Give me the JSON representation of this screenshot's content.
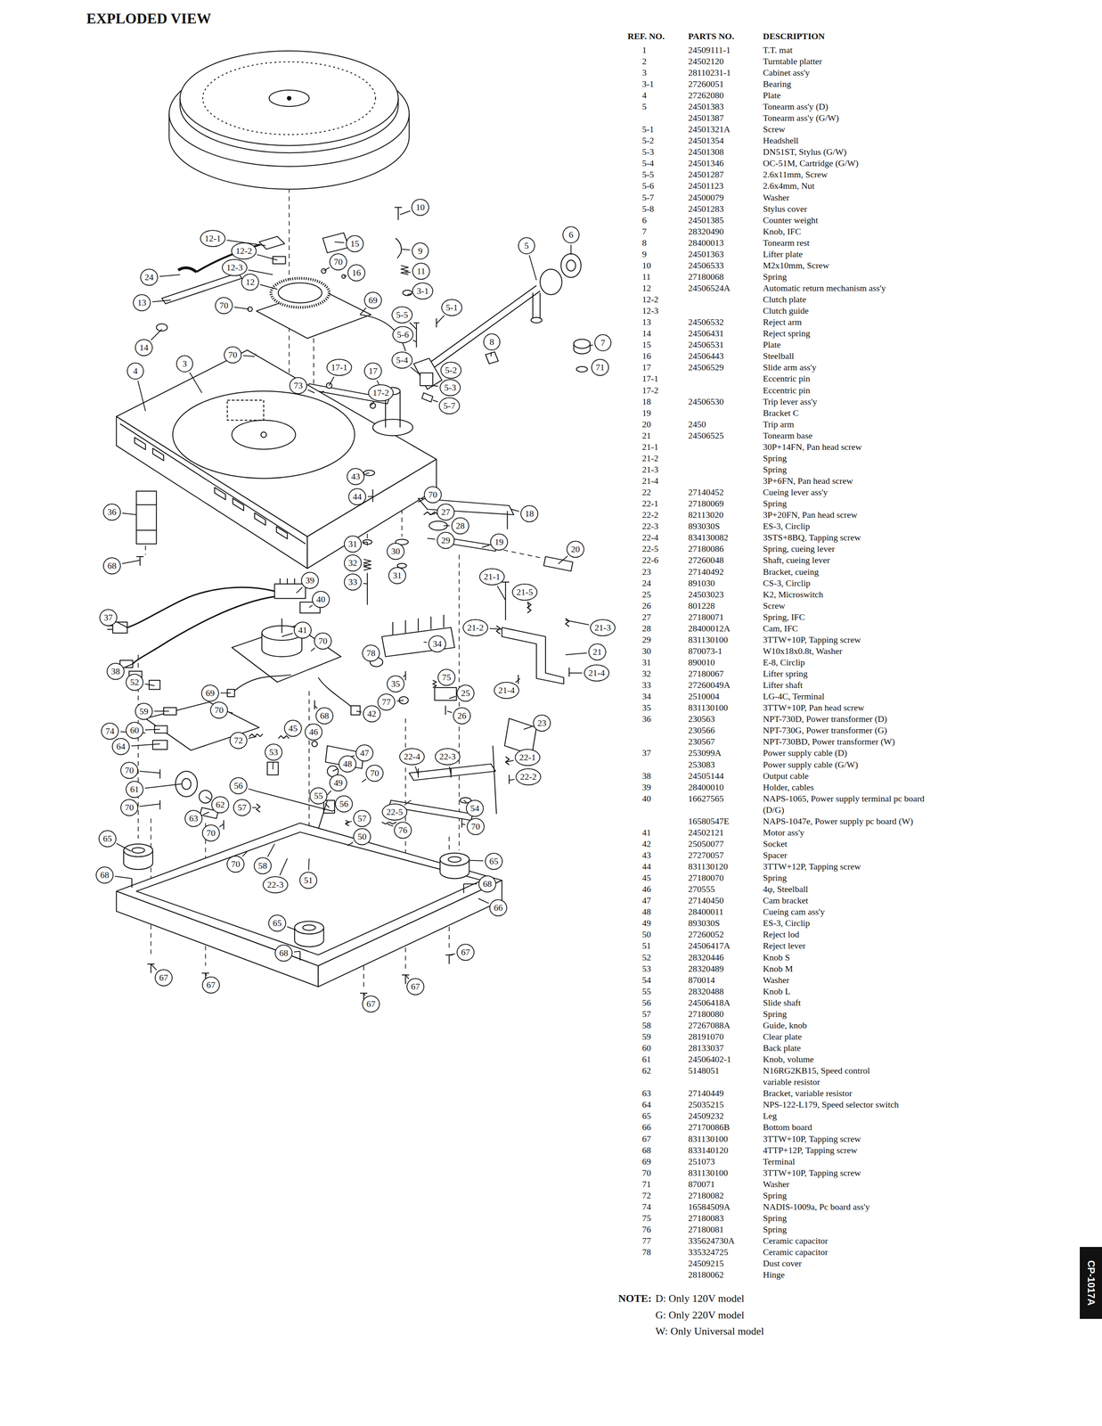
{
  "diagram": {
    "title": "EXPLODED VIEW",
    "nodes": [
      {
        "text": [
          "10"
        ]
      },
      {
        "text": [
          "12-1"
        ]
      },
      {
        "text": [
          "15"
        ]
      },
      {
        "text": [
          "12-2"
        ]
      },
      {
        "text": [
          "9"
        ]
      },
      {
        "text": [
          "70"
        ]
      },
      {
        "text": [
          "12-3"
        ]
      },
      {
        "text": [
          "16"
        ]
      },
      {
        "text": [
          "11"
        ]
      },
      {
        "text": [
          "5"
        ]
      },
      {
        "text": [
          "6"
        ]
      },
      {
        "text": [
          "24"
        ]
      },
      {
        "text": [
          "12"
        ]
      },
      {
        "text": [
          "3-1"
        ]
      },
      {
        "text": [
          "69"
        ]
      },
      {
        "text": [
          "13"
        ]
      },
      {
        "text": [
          "70"
        ]
      },
      {
        "text": [
          "5-1"
        ]
      },
      {
        "text": [
          "5-5"
        ]
      },
      {
        "text": [
          "5-6"
        ]
      },
      {
        "text": [
          "8"
        ]
      },
      {
        "text": [
          "7"
        ]
      },
      {
        "text": [
          "14"
        ]
      },
      {
        "text": [
          "70"
        ]
      },
      {
        "text": [
          "5-4"
        ]
      },
      {
        "text": [
          "3"
        ]
      },
      {
        "text": [
          "71"
        ]
      },
      {
        "text": [
          "4"
        ]
      },
      {
        "text": [
          "17-1"
        ]
      },
      {
        "text": [
          "17"
        ]
      },
      {
        "text": [
          "5-2"
        ]
      },
      {
        "text": [
          "73"
        ]
      },
      {
        "text": [
          "5-3"
        ]
      },
      {
        "text": [
          "17-2"
        ]
      },
      {
        "text": [
          "5-7"
        ]
      },
      {
        "text": [
          "43"
        ]
      },
      {
        "text": [
          "70"
        ]
      },
      {
        "text": [
          "44"
        ]
      },
      {
        "text": [
          "27"
        ]
      },
      {
        "text": [
          "36"
        ]
      },
      {
        "text": [
          "18"
        ]
      },
      {
        "text": [
          "28"
        ]
      },
      {
        "text": [
          "29"
        ]
      },
      {
        "text": [
          "19"
        ]
      },
      {
        "text": [
          "31"
        ]
      },
      {
        "text": [
          "20"
        ]
      },
      {
        "text": [
          "30"
        ]
      },
      {
        "text": [
          "32"
        ]
      },
      {
        "text": [
          "68"
        ]
      },
      {
        "text": [
          "31"
        ]
      },
      {
        "text": [
          "21-1"
        ]
      },
      {
        "text": [
          "33"
        ]
      },
      {
        "text": [
          "39"
        ]
      },
      {
        "text": [
          "21-5"
        ]
      },
      {
        "text": [
          "40"
        ]
      },
      {
        "text": [
          "37"
        ]
      },
      {
        "text": [
          "21-2"
        ]
      },
      {
        "text": [
          "21-3"
        ]
      },
      {
        "text": [
          "41"
        ]
      },
      {
        "text": [
          "70"
        ]
      },
      {
        "text": [
          "34"
        ]
      },
      {
        "text": [
          "21"
        ]
      },
      {
        "text": [
          "78"
        ]
      },
      {
        "text": [
          "38"
        ]
      },
      {
        "text": [
          "21-4"
        ]
      },
      {
        "text": [
          "75"
        ]
      },
      {
        "text": [
          "52"
        ]
      },
      {
        "text": [
          "35"
        ]
      },
      {
        "text": [
          "21-4"
        ]
      },
      {
        "text": [
          "25"
        ]
      },
      {
        "text": [
          "69"
        ]
      },
      {
        "text": [
          "77"
        ]
      },
      {
        "text": [
          "70"
        ]
      },
      {
        "text": [
          "59"
        ]
      },
      {
        "text": [
          "42"
        ]
      },
      {
        "text": [
          "68"
        ]
      },
      {
        "text": [
          "26"
        ]
      },
      {
        "text": [
          "23"
        ]
      },
      {
        "text": [
          "60"
        ]
      },
      {
        "text": [
          "45"
        ]
      },
      {
        "text": [
          "46"
        ]
      },
      {
        "text": [
          "74"
        ]
      },
      {
        "text": [
          "72"
        ]
      },
      {
        "text": [
          "64"
        ]
      },
      {
        "text": [
          "53"
        ]
      },
      {
        "text": [
          "47"
        ]
      },
      {
        "text": [
          "22-4"
        ]
      },
      {
        "text": [
          "22-3"
        ]
      },
      {
        "text": [
          "22-1"
        ]
      },
      {
        "text": [
          "48"
        ]
      },
      {
        "text": [
          "70"
        ]
      },
      {
        "text": [
          "70"
        ]
      },
      {
        "text": [
          "22-2"
        ]
      },
      {
        "text": [
          "49"
        ]
      },
      {
        "text": [
          "56"
        ]
      },
      {
        "text": [
          "61"
        ]
      },
      {
        "text": [
          "55"
        ]
      },
      {
        "text": [
          "56"
        ]
      },
      {
        "text": [
          "62"
        ]
      },
      {
        "text": [
          "70"
        ]
      },
      {
        "text": [
          "57"
        ]
      },
      {
        "text": [
          "22-5"
        ]
      },
      {
        "text": [
          "54"
        ]
      },
      {
        "text": [
          "57"
        ]
      },
      {
        "text": [
          "63"
        ]
      },
      {
        "text": [
          "70"
        ]
      },
      {
        "text": [
          "70"
        ]
      },
      {
        "text": [
          "50"
        ]
      },
      {
        "text": [
          "76"
        ]
      },
      {
        "text": [
          "65"
        ]
      },
      {
        "text": [
          "65"
        ]
      },
      {
        "text": [
          "70"
        ]
      },
      {
        "text": [
          "58"
        ]
      },
      {
        "text": [
          "68"
        ]
      },
      {
        "text": [
          "51"
        ]
      },
      {
        "text": [
          "22-3"
        ]
      },
      {
        "text": [
          "68"
        ]
      },
      {
        "text": [
          "66"
        ]
      },
      {
        "text": [
          "65"
        ]
      },
      {
        "text": [
          "68"
        ]
      },
      {
        "text": [
          "67"
        ]
      },
      {
        "text": [
          "67"
        ]
      },
      {
        "text": [
          "67"
        ]
      },
      {
        "text": [
          "67"
        ]
      },
      {
        "text": [
          "67"
        ]
      },
      {
        "text": [
          "CP-1017A"
        ]
      }
    ],
    "labels": [
      "REF. NO.",
      "PARTS NO.",
      "DESCRIPTION",
      "1",
      "24509111-1",
      "T.T. mat",
      "2",
      "24502120",
      "Turntable platter",
      "3",
      "28110231-1",
      "Cabinet ass'y",
      "3-1",
      "27260051",
      "Bearing",
      "4",
      "27262080",
      "Plate",
      "5",
      "24501383",
      "Tonearm ass'y (D)",
      "24501387",
      "Tonearm ass'y (G/W)",
      "5-1",
      "24501321A",
      "Screw",
      "5-2",
      "24501354",
      "Headshell",
      "5-3",
      "24501308",
      "DN51ST, Stylus (G/W)",
      "5-4",
      "24501346",
      "OC-51M, Cartridge (G/W)",
      "5-5",
      "24501287",
      "2.6x11mm, Screw",
      "5-6",
      "24501123",
      "2.6x4mm, Nut",
      "5-7",
      "24500079",
      "Washer",
      "5-8",
      "24501283",
      "Stylus cover",
      "6",
      "24501385",
      "Counter weight",
      "7",
      "28320490",
      "Knob, IFC",
      "8",
      "28400013",
      "Tonearm rest",
      "9",
      "24501363",
      "Lifter plate",
      "10",
      "24506533",
      "M2x10mm, Screw",
      "11",
      "27180068",
      "Spring",
      "12",
      "24506524A",
      "Automatic return mechanism ass'y",
      "12-2",
      "Clutch plate",
      "12-3",
      "Clutch guide",
      "13",
      "24506532",
      "Reject arm",
      "14",
      "24506431",
      "Reject spring",
      "15",
      "24506531",
      "Plate",
      "16",
      "24506443",
      "Steelball",
      "17",
      "24506529",
      "Slide arm ass'y",
      "17-1",
      "Eccentric pin",
      "17-2",
      "Eccentric pin",
      "18",
      "24506530",
      "Trip lever ass'y",
      "19",
      "Bracket C",
      "20",
      "2450",
      "Trip arm",
      "21",
      "24506525",
      "Tonearm base",
      "21-1",
      "30P+14FN, Pan head screw",
      "21-2",
      "Spring",
      "21-3",
      "Spring",
      "21-4",
      "3P+6FN, Pan head screw",
      "22",
      "27140452",
      "Cueing lever ass'y",
      "22-1",
      "27180069",
      "Spring",
      "22-2",
      "82113020",
      "3P+20FN, Pan head screw",
      "22-3",
      "893030S",
      "ES-3, Circlip",
      "22-4",
      "834130082",
      "3STS+8BQ, Tapping screw",
      "22-5",
      "27180086",
      "Spring, cueing lever",
      "22-6",
      "27260048",
      "Shaft, cueing lever",
      "23",
      "27140492",
      "Bracket, cueing",
      "24",
      "891030",
      "CS-3, Circlip",
      "25",
      "24503023",
      "K2, Microswitch",
      "26",
      "801228",
      "Screw",
      "27",
      "27180071",
      "Spring, IFC",
      "28",
      "28400012A",
      "Cam, IFC",
      "29",
      "831130100",
      "3TTW+10P, Tapping screw",
      "30",
      "870073-1",
      "W10x18x0.8t, Washer",
      "31",
      "890010",
      "E-8, Circlip",
      "32",
      "27180067",
      "Lifter spring",
      "33",
      "27260049A",
      "Lifter shaft",
      "34",
      "2510004",
      "LG-4C, Terminal",
      "35",
      "831130100",
      "3TTW+10P, Pan head screw",
      "36",
      "230563",
      "NPT-730D, Power transformer (D)",
      "230566",
      "NPT-730G, Power transformer (G)",
      "230567",
      "NPT-730BD, Power transformer (W)",
      "37",
      "253099A",
      "Power supply cable (D)",
      "253083",
      "Power supply cable (G/W)",
      "38",
      "24505144",
      "Output cable",
      "39",
      "28400010",
      "Holder, cables",
      "40",
      "16627565",
      "NAPS-1065, Power supply terminal pc board (D/G)",
      "16580547E",
      "NAPS-1047e, Power supply pc board (W)",
      "41",
      "24502121",
      "Motor ass'y",
      "42",
      "25050077",
      "Socket",
      "43",
      "27270057",
      "Spacer",
      "44",
      "831130120",
      "3TTW+12P, Tapping screw",
      "45",
      "27180070",
      "Spring",
      "46",
      "270555",
      "4φ, Steelball",
      "47",
      "27140450",
      "Cam bracket",
      "48",
      "28400011",
      "Cueing cam ass'y",
      "49",
      "893030S",
      "ES-3, Circlip",
      "50",
      "27260052",
      "Reject lod",
      "51",
      "24506417A",
      "Reject lever",
      "52",
      "28320446",
      "Knob S",
      "53",
      "28320489",
      "Knob M",
      "54",
      "870014",
      "Washer",
      "55",
      "28320488",
      "Knob L",
      "56",
      "24506418A",
      "Slide shaft",
      "57",
      "27180080",
      "Spring",
      "58",
      "27267088A",
      "Guide, knob",
      "59",
      "28191070",
      "Clear plate",
      "60",
      "28133037",
      "Back plate",
      "61",
      "24506402-1",
      "Knob, volume",
      "62",
      "5148051",
      "N16RG2KB15, Speed control variable resistor",
      "63",
      "27140449",
      "Bracket, variable resistor",
      "64",
      "25035215",
      "NPS-122-L179, Speed selector switch",
      "65",
      "24509232",
      "Leg",
      "66",
      "27170086B",
      "Bottom board",
      "67",
      "831130100",
      "3TTW+10P, Tapping screw",
      "68",
      "833140120",
      "4TTP+12P, Tapping screw",
      "69",
      "251073",
      "Terminal",
      "70",
      "831130100",
      "3TTW+10P, Tapping screw",
      "71",
      "870071",
      "Washer",
      "72",
      "27180082",
      "Spring",
      "74",
      "16584509A",
      "NADIS-1009a, Pc board ass'y",
      "75",
      "27180083",
      "Spring",
      "76",
      "27180081",
      "Spring",
      "77",
      "335624730A",
      "Ceramic capacitor",
      "78",
      "335324725",
      "Ceramic capacitor",
      "24509215",
      "Dust cover",
      "28180062",
      "Hinge",
      "NOTE:",
      "D: Only 120V model",
      "G: Only 220V model",
      "W: Only Universal model"
    ]
  }
}
